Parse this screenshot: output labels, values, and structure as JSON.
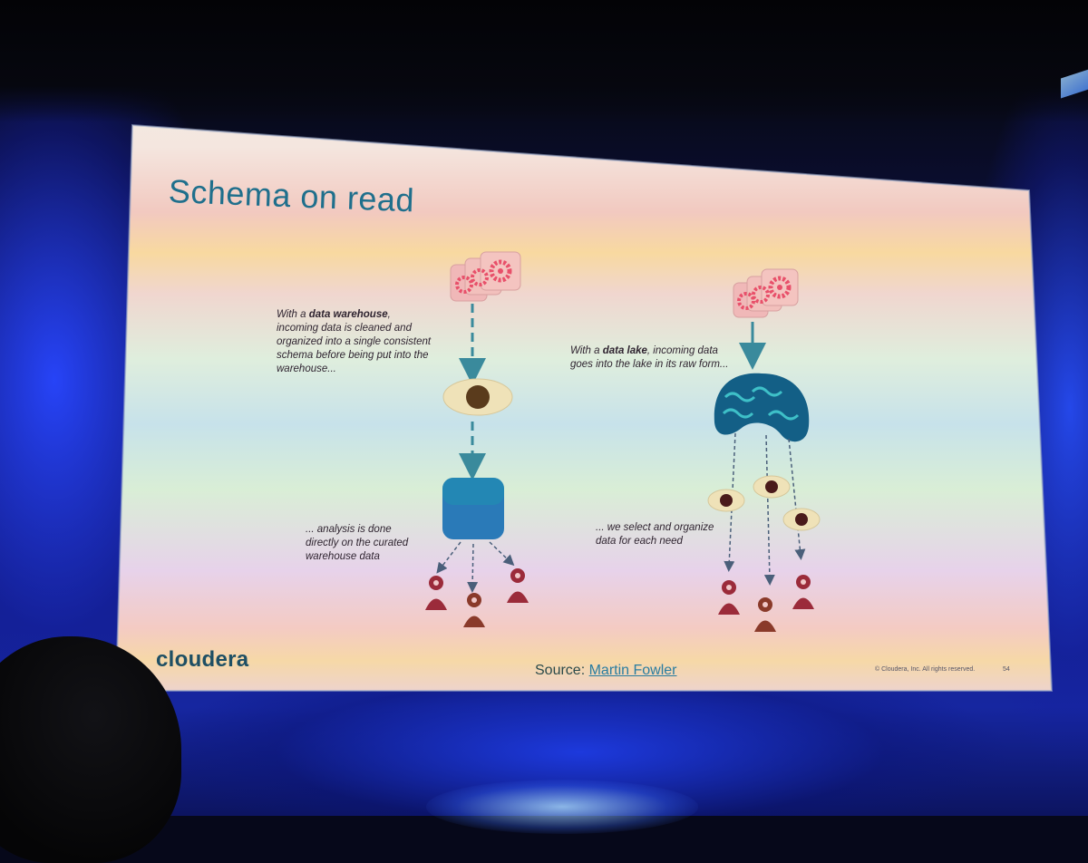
{
  "slide": {
    "title": "Schema on read",
    "warehouse_caption": {
      "line1_pre": "With a ",
      "line1_bold": "data warehouse",
      "line1_post": ",",
      "line2": "incoming data is cleaned and",
      "line3": "organized into a single consistent",
      "line4": "schema before being put into the",
      "line5": "warehouse..."
    },
    "warehouse_analysis_caption": {
      "line1": "... analysis is done",
      "line2": "directly on the curated",
      "line3": "warehouse data"
    },
    "lake_caption": {
      "line1_pre": "With a ",
      "line1_bold": "data lake",
      "line1_post": ", incoming data",
      "line2": "goes into the lake in its raw form..."
    },
    "lake_select_caption": {
      "line1": "... we select and organize",
      "line2": "data for each need"
    },
    "source_label": "Source:",
    "source_link": "Martin Fowler",
    "logo": "cloudera",
    "copyright": "© Cloudera, Inc. All rights reserved.",
    "page_number": "54"
  },
  "colors": {
    "title": "#1f6f8c",
    "warehouse_block": "#2a7ab8",
    "lake": "#135f86",
    "person": "#9b2b3a",
    "gear": "#e8506a",
    "arrow": "#3a8a9c"
  },
  "icons": {
    "data_sources": "gear-icon",
    "transform": "eye-icon",
    "warehouse": "database-block-icon",
    "lake": "lake-icon",
    "users": "person-icon"
  }
}
